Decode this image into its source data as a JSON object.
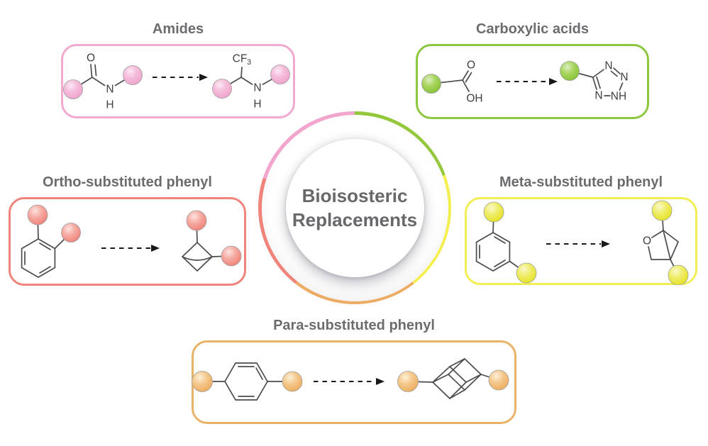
{
  "center": {
    "title_line1": "Bioisosteric",
    "title_line2": "Replacements",
    "ring_segments": [
      {
        "name": "carboxylic-acids",
        "color": "#94c83c"
      },
      {
        "name": "meta-substituted-phenyl",
        "color": "#f4ef51"
      },
      {
        "name": "para-substituted-phenyl",
        "color": "#edac63"
      },
      {
        "name": "ortho-substituted-phenyl",
        "color": "#f0837a"
      },
      {
        "name": "amides",
        "color": "#f2a5cd"
      }
    ]
  },
  "panels": {
    "amides": {
      "title": "Amides",
      "border_color": "#f2a9ce",
      "sphere_color": "#f2abd2",
      "left": {
        "o_label": "O",
        "n_label": "N",
        "h_label": "H"
      },
      "right": {
        "cf_label": "CF",
        "f_subscript": "3",
        "n_label": "N",
        "h_label": "H"
      }
    },
    "carboxylic": {
      "title": "Carboxylic acids",
      "border_color": "#8dc63f",
      "sphere_color": "#8cc63e",
      "left": {
        "o_label": "O",
        "oh_label": "OH"
      },
      "right": {
        "n_top": "N",
        "n_right": "N",
        "nh": "NH",
        "n_left": "N"
      }
    },
    "ortho": {
      "title": "Ortho-substituted phenyl",
      "border_color": "#f0837a",
      "sphere_color": "#f28b82"
    },
    "meta": {
      "title": "Meta-substituted phenyl",
      "border_color": "#f2ee54",
      "sphere_color": "#e7e52e",
      "right": {
        "o_label": "O"
      }
    },
    "para": {
      "title": "Para-substituted phenyl",
      "border_color": "#eab269",
      "sphere_color": "#efb468"
    }
  }
}
